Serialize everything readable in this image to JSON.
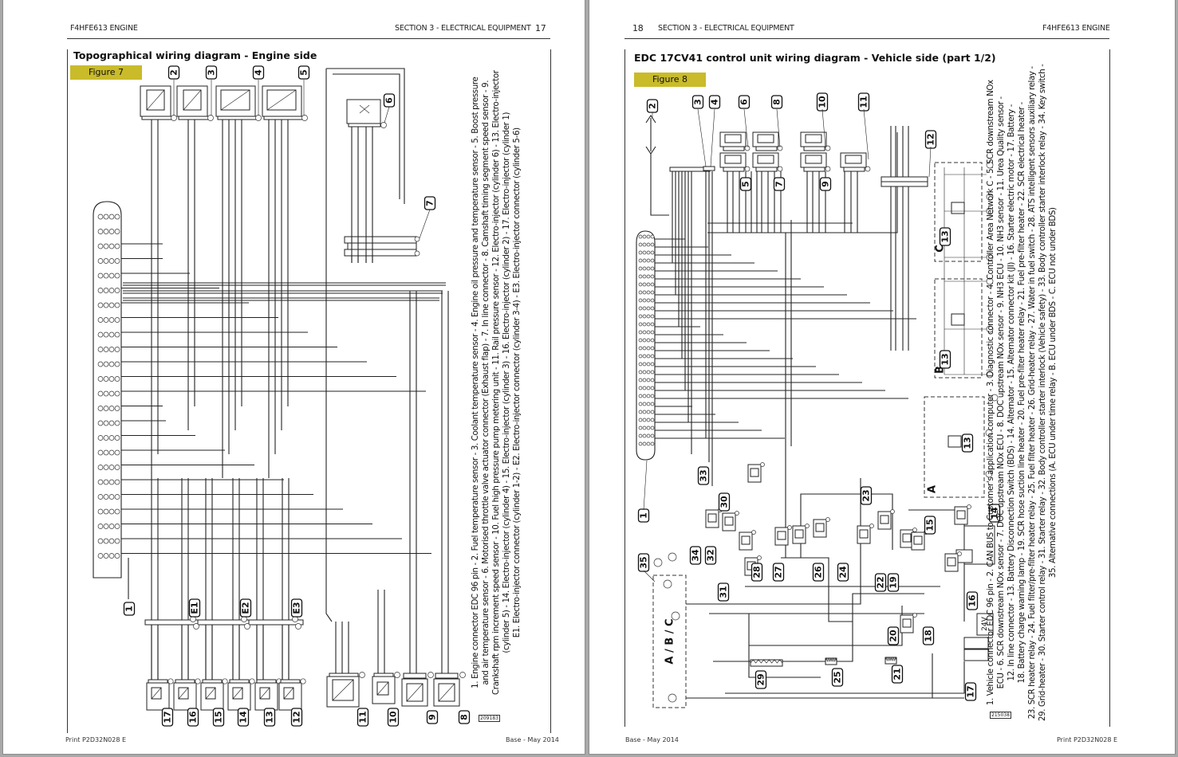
{
  "left_page": {
    "header_left": "F4HFE613 ENGINE",
    "header_section": "SECTION 3 - ELECTRICAL EQUIPMENT",
    "page_number": "17",
    "title": "Topographical wiring diagram - Engine side",
    "figure_label": "Figure 7",
    "stamp": "209183",
    "footer_left": "Print P2D32N028 E",
    "footer_right": "Base - May 2014",
    "component_labels": {
      "top": [
        "2",
        "3",
        "4",
        "5",
        "6",
        "7"
      ],
      "bottom": [
        "17",
        "16",
        "15",
        "14",
        "13",
        "12",
        "11",
        "10",
        "9",
        "8"
      ],
      "injector_connectors": [
        "E1",
        "E2",
        "E3"
      ],
      "connector": "1"
    },
    "caption_lines": [
      "1. Engine connector EDC 96 pin - 2. Fuel temperature sensor - 3. Coolant temperature sensor - 4. Engine oil pressure and temperature sensor - 5. Boost pressure",
      "and air temperature sensor - 6. Motorised throttle valve actuator connector (Exhaust flap) - 7. In line connector - 8. Camshaft timing segment speed sensor - 9.",
      "Crankshaft rpm increment speed sensor - 10. Fuel high pressure pump metering unit - 11. Rail pressure sensor - 12. Electro-injector (cylinder 6) - 13. Electro-injector",
      "(cylinder 5) - 14. Electro-injector (cylinder 4) - 15. Electro-injector (cylinder 3) - 16. Electro-injector (cylinder 2) - 17. Electro-injector (cylinder 1)",
      "E1. Electro-injector connector (cylinder 1-2) - E2. Electro-injector connector (cylinder 3-4) - E3. Electro-injector connector (cylinder 5-6)"
    ]
  },
  "right_page": {
    "page_number": "18",
    "header_section": "SECTION 3 - ELECTRICAL EQUIPMENT",
    "header_right": "F4HFE613 ENGINE",
    "title": "EDC 17CV41 control unit wiring diagram - Vehicle side (part 1/2)",
    "figure_label": "Figure 8",
    "stamp": "215038",
    "footer_left": "Base - May 2014",
    "footer_right": "Print P2D32N028 E",
    "component_labels": {
      "top": [
        "2",
        "3",
        "4",
        "6",
        "8",
        "10",
        "11",
        "12"
      ],
      "mid": [
        "5",
        "7",
        "9"
      ],
      "lower": [
        "33",
        "30",
        "34",
        "32",
        "31",
        "28",
        "27",
        "26",
        "24",
        "23",
        "22",
        "19",
        "20",
        "18",
        "15",
        "14",
        "16",
        "21",
        "25",
        "29",
        "17",
        "35",
        "1"
      ],
      "alt_boxes": [
        "A",
        "B",
        "C"
      ],
      "alt_box_component": "13",
      "abc_block": "A / B / C",
      "battery": "24V"
    },
    "caption_lines": [
      "1. Vehicle connector EDC 96 pin - 2. CAN BUS to Customer's application computer - 3. Diagnostic connector - 4. Controller Area Network C - 5. SCR downstream NOx",
      "ECU - 6. SCR downstream NOx sensor - 7. DOC upstream NOx ECU - 8. DOC upstream NOx sensor - 9. NH3 ECU - 10. NH3 sensor - 11. Urea Quality sensor -",
      "12. In line connector - 13. Battery Disconnection Switch (BDS) - 14. Alternator - 15. Alternator connector kit (JI) - 16. Starter electric motor - 17. Battery -",
      "18. Battery charge warning lamp - 19. SCR hose suction line heater - 20. Fuel pre-filter heater relay - 21. Fuel pre-filter heater - 22. SCR electrical heater -",
      "23. SCR heater relay - 24. Fuel filter/pre-filter heater relay - 25. Fuel filter heater - 26. Grid-heater relay - 27. Water in fuel switch - 28. ATS intelligent sensors auxiliary relay -",
      "29. Grid-heater - 30. Starter control relay - 31. Starter relay - 32. Body controller starter interlock (Vehicle safety) - 33. Body controller starter interlock relay - 34. Key switch -",
      "35. Alternative connections (A. ECU under time relay - B. ECU under BDS - C. ECU not under BDS)"
    ]
  },
  "colors": {
    "figure_tag": "#c9bb2a",
    "background": "#a9a9a9",
    "page": "#ffffff"
  }
}
